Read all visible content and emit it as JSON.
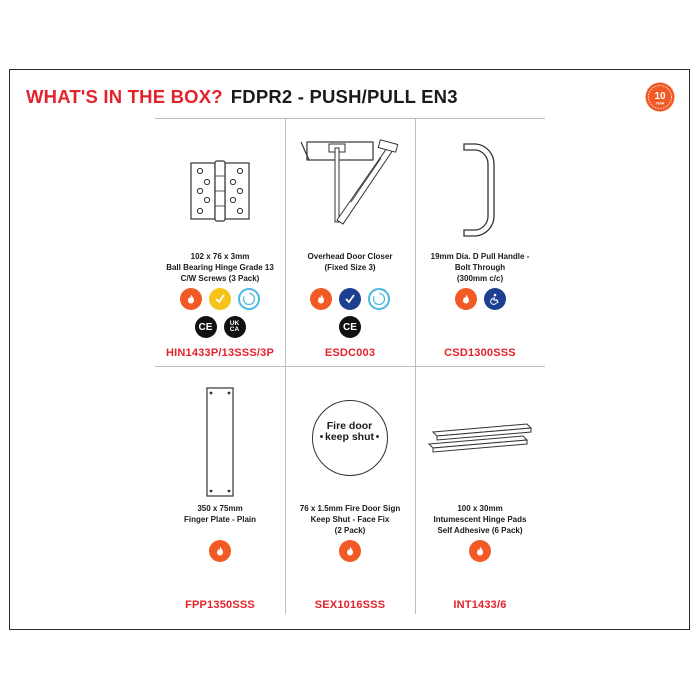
{
  "header": {
    "title_red": "WHAT'S IN THE BOX?",
    "title_black": "FDPR2 - PUSH/PULL EN3",
    "badge_number": "10",
    "badge_sub": "YEAR"
  },
  "colors": {
    "accent": "#e3222b",
    "fire": "#f15a24",
    "navy": "#1d3f8f"
  },
  "products": [
    {
      "desc": [
        "102 x 76 x 3mm",
        "Ball Bearing Hinge Grade 13",
        "C/W Screws (3 Pack)"
      ],
      "code": "HIN1433P/13SSS/3P",
      "icons": [
        "fire-rated-icon",
        "yellow-check-icon",
        "certifire-icon",
        "ce-mark-icon",
        "ukca-mark-icon"
      ]
    },
    {
      "desc": [
        "Overhead Door Closer",
        "(Fixed Size 3)"
      ],
      "code": "ESDC003",
      "icons": [
        "fire-rated-icon",
        "navy-check-icon",
        "certifire-icon",
        "ce-mark-icon"
      ]
    },
    {
      "desc": [
        "19mm Dia. D Pull Handle -",
        "Bolt Through",
        "(300mm c/c)"
      ],
      "code": "CSD1300SSS",
      "icons": [
        "fire-rated-icon",
        "accessibility-icon"
      ]
    },
    {
      "desc": [
        "350 x 75mm",
        "Finger Plate - Plain"
      ],
      "code": "FPP1350SSS",
      "icons": [
        "fire-rated-icon"
      ]
    },
    {
      "desc": [
        "76 x 1.5mm Fire Door Sign",
        "Keep Shut - Face Fix",
        "(2 Pack)"
      ],
      "code": "SEX1016SSS",
      "icons": [
        "fire-rated-icon"
      ],
      "sign_text": [
        "Fire door",
        "keep shut"
      ]
    },
    {
      "desc": [
        "100 x 30mm",
        "Intumescent Hinge Pads",
        "Self Adhesive (6 Pack)"
      ],
      "code": "INT1433/6",
      "icons": [
        "fire-rated-icon"
      ]
    }
  ],
  "icon_labels": {
    "ce": "CE",
    "uk": "UK",
    "ca": "CA"
  }
}
